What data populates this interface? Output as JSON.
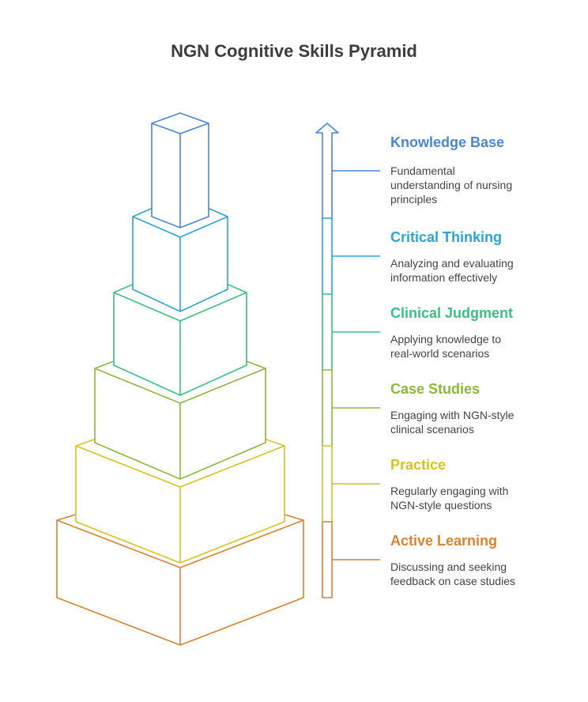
{
  "title": "NGN Cognitive Skills Pyramid",
  "levels": [
    {
      "title": "Knowledge Base",
      "description": "Fundamental\nunderstanding of nursing\nprinciples",
      "color": "#4a86d4"
    },
    {
      "title": "Critical Thinking",
      "description": "Analyzing and evaluating\ninformation effectively",
      "color": "#2aa5d1"
    },
    {
      "title": "Clinical Judgment",
      "description": "Applying knowledge to\nreal-world scenarios",
      "color": "#3bbf84"
    },
    {
      "title": "Case Studies",
      "description": "Engaging with NGN-style\nclinical scenarios",
      "color": "#8db83a"
    },
    {
      "title": "Practice",
      "description": "Regularly engaging with\nNGN-style questions",
      "color": "#d6c31f"
    },
    {
      "title": "Active Learning",
      "description": "Discussing and seeking\nfeedback on case studies",
      "color": "#d8832e"
    }
  ],
  "arrow_icon": "up-arrow-icon"
}
